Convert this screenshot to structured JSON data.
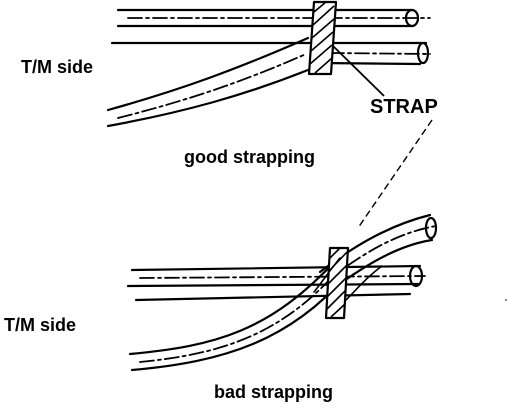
{
  "labels": {
    "side_top": "T/M side",
    "side_bottom": "T/M side",
    "strap": "STRAP",
    "good": "good strapping",
    "bad": "bad strapping"
  },
  "colors": {
    "ink": "#000000",
    "background": "#ffffff"
  }
}
